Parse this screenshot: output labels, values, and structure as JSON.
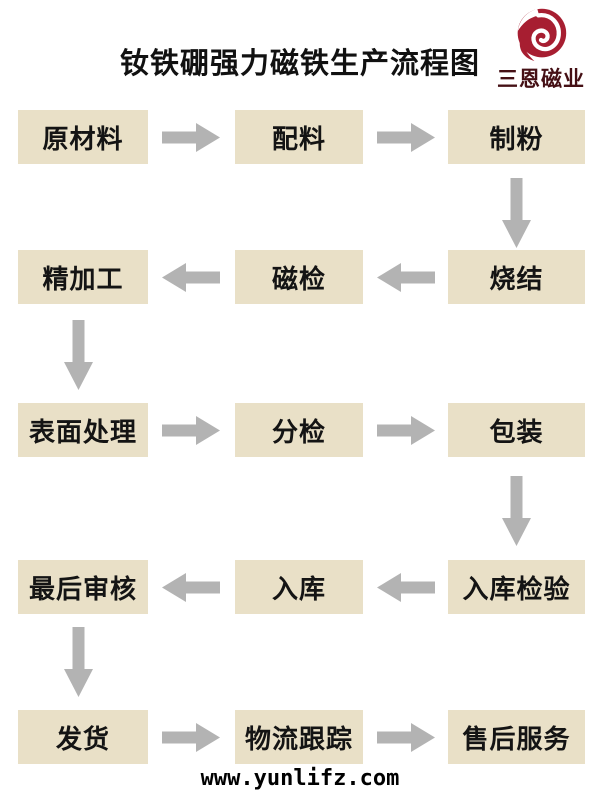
{
  "header": {
    "title": "钕铁硼强力磁铁生产流程图",
    "logo": {
      "company": "三恩磁业",
      "icon": "red-swirl-logo",
      "icon_color": "#a71e31",
      "text_color": "#451015"
    }
  },
  "flow": {
    "box_bg_color": "#e9e0c7",
    "arrow_color": "#b3b3b3",
    "rows": [
      {
        "direction": "right",
        "steps": [
          "原材料",
          "配料",
          "制粉"
        ]
      },
      {
        "direction": "left",
        "steps": [
          "精加工",
          "磁检",
          "烧结"
        ]
      },
      {
        "direction": "right",
        "steps": [
          "表面处理",
          "分检",
          "包装"
        ]
      },
      {
        "direction": "left",
        "steps": [
          "最后审核",
          "入库",
          "入库检验"
        ]
      },
      {
        "direction": "right",
        "steps": [
          "发货",
          "物流跟踪",
          "售后服务"
        ]
      }
    ],
    "process_sequence": [
      "原材料",
      "配料",
      "制粉",
      "烧结",
      "磁检",
      "精加工",
      "表面处理",
      "分检",
      "包装",
      "入库检验",
      "入库",
      "最后审核",
      "发货",
      "物流跟踪",
      "售后服务"
    ]
  },
  "footer": {
    "watermark": "www.yunlifz.com"
  }
}
